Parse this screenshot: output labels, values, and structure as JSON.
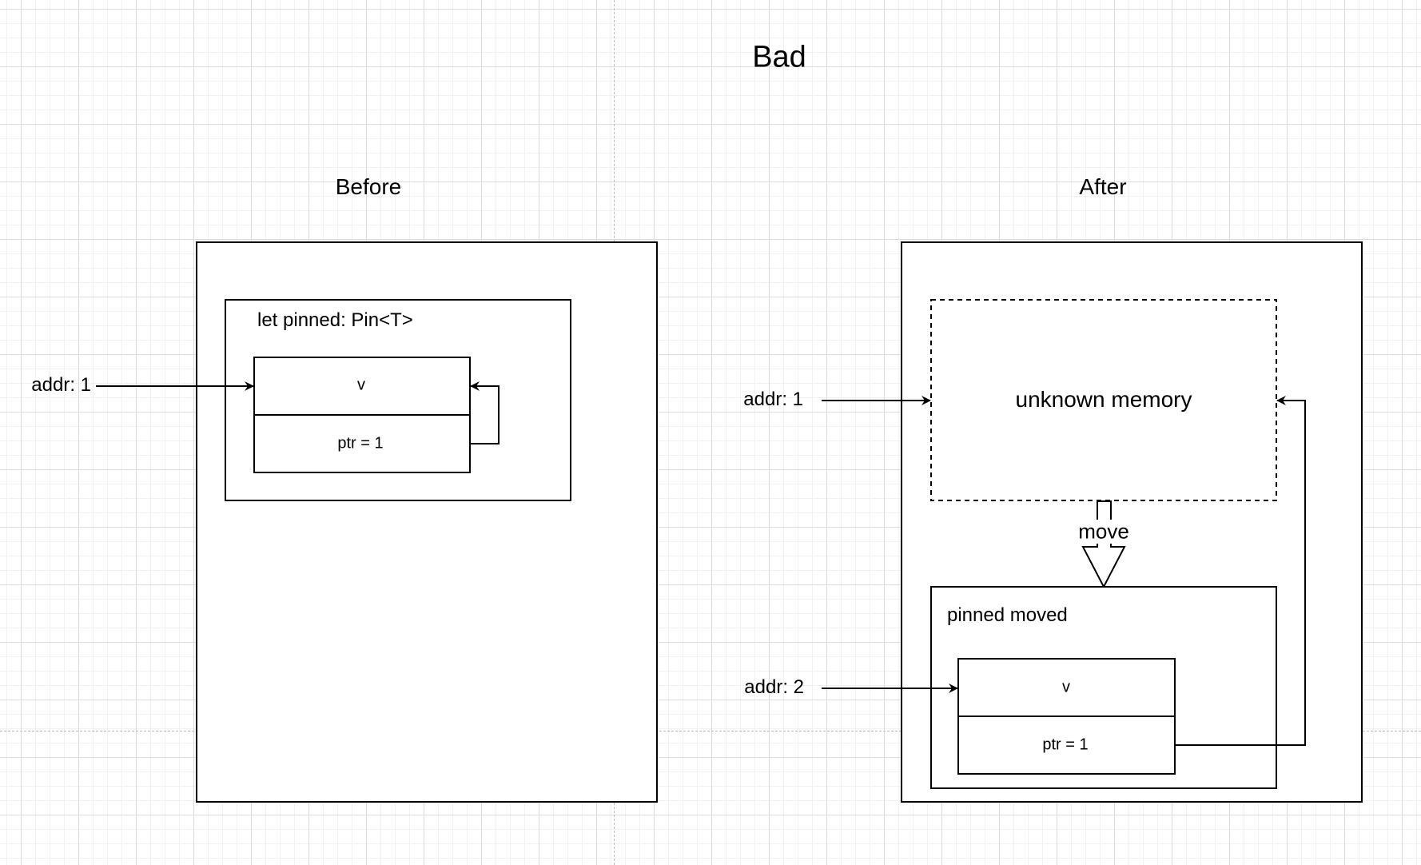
{
  "title": "Bad",
  "before": {
    "heading": "Before",
    "container_label": "let pinned: Pin<T>",
    "field_v": "v",
    "field_ptr": "ptr = 1",
    "addr_label": "addr: 1"
  },
  "after": {
    "heading": "After",
    "unknown_label": "unknown memory",
    "move_label": "move",
    "moved_label": "pinned moved",
    "field_v": "v",
    "field_ptr": "ptr = 1",
    "addr1_label": "addr: 1",
    "addr2_label": "addr: 2"
  }
}
